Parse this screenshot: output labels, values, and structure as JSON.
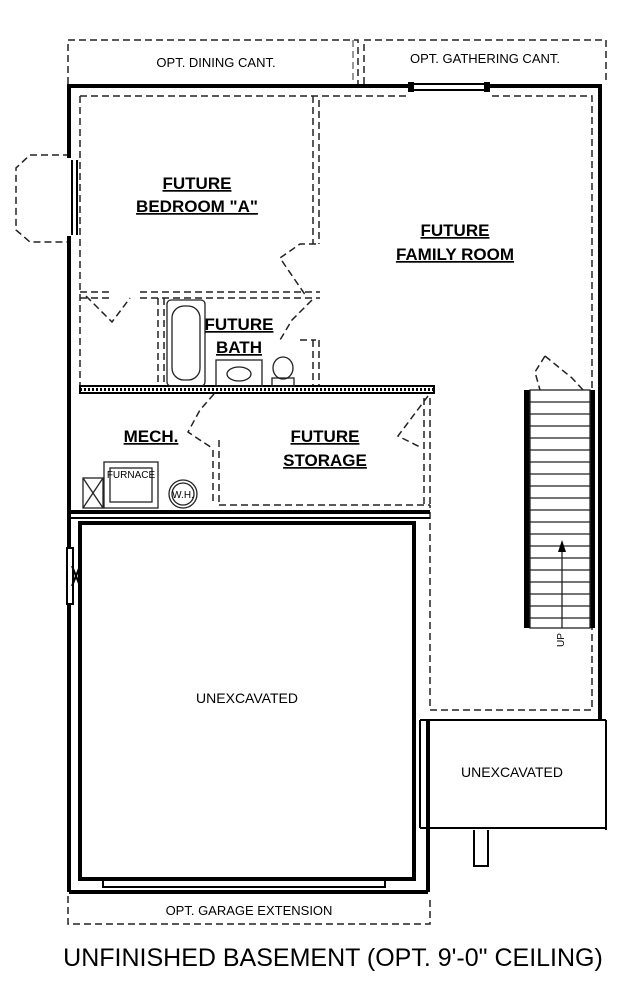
{
  "options": {
    "dining_cant": "OPT. DINING CANT.",
    "gathering_cant": "OPT. GATHERING CANT.",
    "garage_extension": "OPT. GARAGE EXTENSION"
  },
  "rooms": {
    "bedroom_line1": "FUTURE",
    "bedroom_line2": "BEDROOM \"A\"",
    "family_line1": "FUTURE",
    "family_line2": "FAMILY ROOM",
    "bath_line1": "FUTURE",
    "bath_line2": "BATH",
    "mech": "MECH.",
    "storage_line1": "FUTURE",
    "storage_line2": "STORAGE",
    "unexcavated_main": "UNEXCAVATED",
    "unexcavated_small": "UNEXCAVATED"
  },
  "fixtures": {
    "furnace": "FURNACE",
    "water_heater": "W.H.",
    "stair_up": "UP"
  },
  "title": "UNFINISHED BASEMENT (OPT. 9'-0\" CEILING)"
}
